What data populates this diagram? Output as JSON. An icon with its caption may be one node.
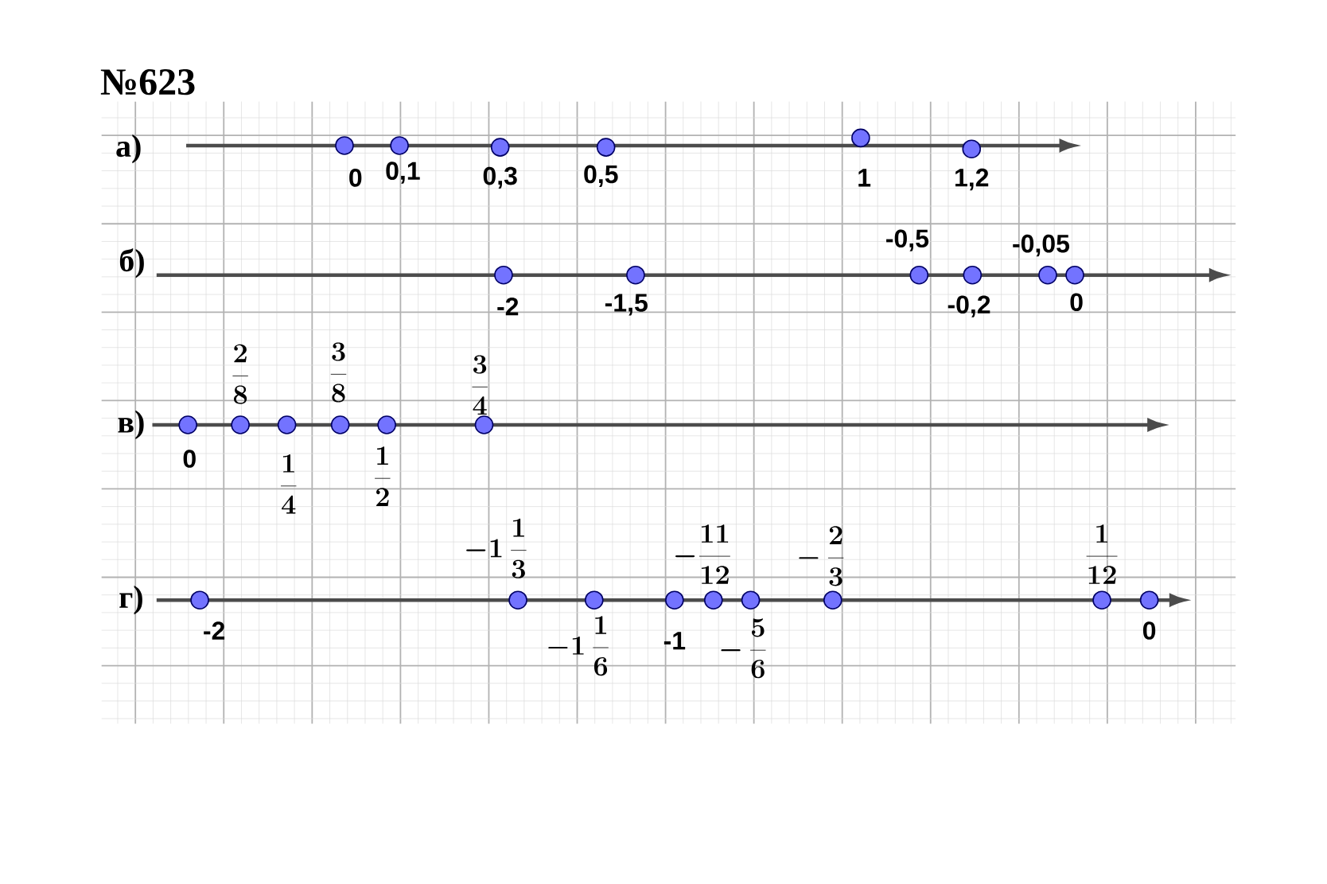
{
  "diagram": {
    "title": "№623",
    "labels": [
      "а)",
      "б)",
      "в)",
      "г)"
    ],
    "nodes": [
      {
        "text": [],
        "shape": "circle",
        "beside": [
          "0"
        ]
      },
      {
        "text": [],
        "shape": "circle",
        "beside": [
          "0,1"
        ]
      },
      {
        "text": [],
        "shape": "circle",
        "beside": [
          "0,3"
        ]
      },
      {
        "text": [],
        "shape": "circle",
        "beside": [
          "0,5"
        ]
      },
      {
        "text": [],
        "shape": "circle",
        "beside": [
          "1"
        ]
      },
      {
        "text": [],
        "shape": "circle",
        "beside": [
          "1,2"
        ]
      },
      {
        "text": [],
        "shape": "circle",
        "beside": [
          "-2"
        ]
      },
      {
        "text": [],
        "shape": "circle",
        "beside": [
          "-1,5"
        ]
      },
      {
        "text": [],
        "shape": "circle",
        "beside": [
          "-0,5"
        ]
      },
      {
        "text": [],
        "shape": "circle",
        "beside": [
          "-0,2"
        ]
      },
      {
        "text": [],
        "shape": "circle",
        "beside": [
          "-0,05"
        ]
      },
      {
        "text": [],
        "shape": "circle",
        "beside": [
          "0"
        ]
      },
      {
        "text": [],
        "shape": "circle",
        "beside": [
          "0"
        ]
      },
      {
        "text": [],
        "shape": "circle",
        "beside": [
          "\\frac{2}{8}"
        ]
      },
      {
        "text": [],
        "shape": "circle",
        "beside": [
          "\\frac{1}{4}"
        ]
      },
      {
        "text": [],
        "shape": "circle",
        "beside": [
          "\\frac{3}{8}"
        ]
      },
      {
        "text": [],
        "shape": "circle",
        "beside": [
          "\\frac{1}{2}"
        ]
      },
      {
        "text": [],
        "shape": "circle",
        "beside": [
          "\\frac{3}{4}"
        ]
      },
      {
        "text": [],
        "shape": "circle",
        "beside": [
          "-2"
        ]
      },
      {
        "text": [],
        "shape": "circle",
        "beside": [
          "-1\\,\\frac{1}{3}"
        ]
      },
      {
        "text": [],
        "shape": "circle",
        "beside": [
          "-1\\,\\frac{1}{6}"
        ]
      },
      {
        "text": [],
        "shape": "circle",
        "beside": [
          "-1"
        ]
      },
      {
        "text": [],
        "shape": "circle",
        "beside": [
          "-\\frac{11}{12}"
        ]
      },
      {
        "text": [],
        "shape": "circle",
        "beside": [
          "-\\,\\frac{5}{6}"
        ]
      },
      {
        "text": [],
        "shape": "circle",
        "beside": [
          "-\\,\\frac{2}{3}"
        ]
      },
      {
        "text": [],
        "shape": "circle",
        "beside": [
          "\\frac{1}{12}"
        ]
      },
      {
        "text": [],
        "shape": "circle",
        "beside": [
          "0"
        ]
      }
    ]
  }
}
